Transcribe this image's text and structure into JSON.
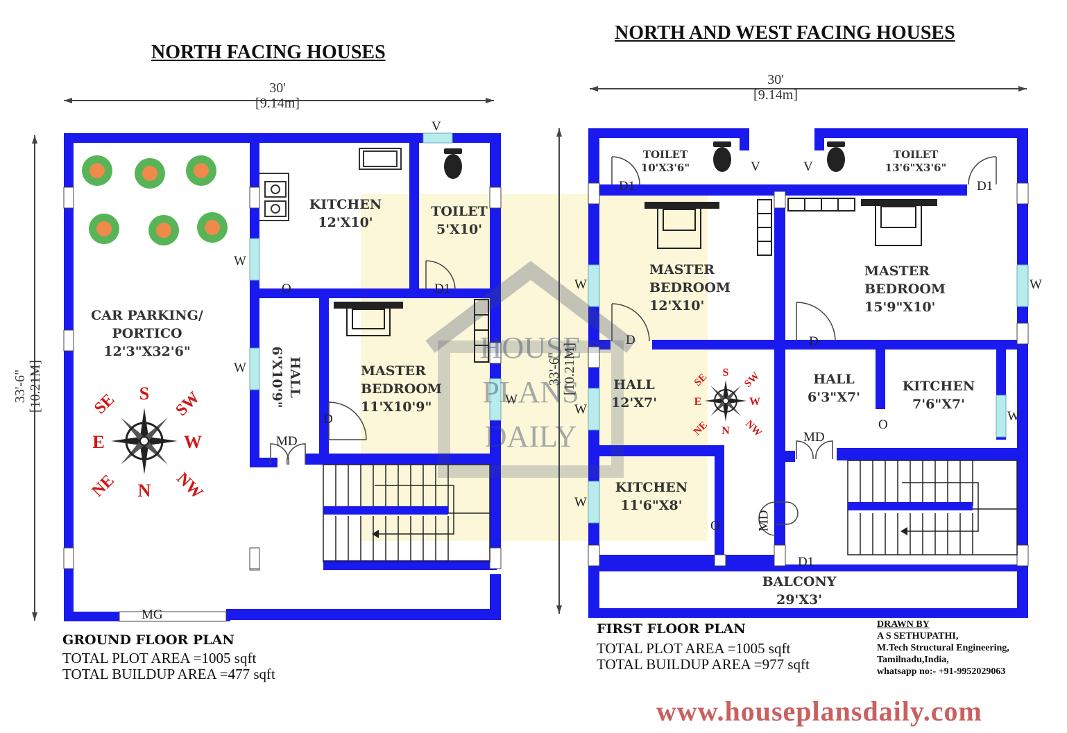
{
  "titles": {
    "left": "NORTH FACING HOUSES",
    "right": "NORTH AND WEST FACING HOUSES"
  },
  "dimensions": {
    "left_width_ft": "30'",
    "left_width_m": "[9.14m]",
    "left_height_ft": "33'-6\"",
    "left_height_m": "[10.21M]",
    "right_width_ft": "30'",
    "right_width_m": "[9.14m]",
    "right_height_ft": "33'-6\"",
    "right_height_m": "[10.21M]"
  },
  "ground_floor": {
    "rooms": {
      "car_parking": "CAR PARKING/\nPORTICO\n12'3\"X32'6\"",
      "kitchen": "KITCHEN\n12'X10'",
      "toilet": "TOILET\n5'X10'",
      "hall": "HALL\n6'X10'9\"",
      "master_bedroom": "MASTER\nBEDROOM\n11'X10'9\""
    },
    "labels": {
      "v": "V",
      "w1": "W",
      "w2": "W",
      "w3": "W",
      "o": "O",
      "d1": "D1",
      "d": "D",
      "md": "MD",
      "mg": "MG"
    },
    "plan_title": "GROUND FLOOR PLAN",
    "plot_area": "TOTAL PLOT AREA =1005 sqft",
    "buildup_area": "TOTAL BUILDUP AREA =477 sqft",
    "compass": {
      "s": "S",
      "sw": "SW",
      "w": "W",
      "nw": "NW",
      "n": "N",
      "ne": "NE",
      "e": "E",
      "se": "SE"
    }
  },
  "first_floor": {
    "rooms": {
      "toilet_left": "TOILET\n10'X3'6\"",
      "toilet_right": "TOILET\n13'6\"X3'6\"",
      "master_bedroom_left": "MASTER\nBEDROOM\n12'X10'",
      "master_bedroom_right": "MASTER\nBEDROOM\n15'9\"X10'",
      "hall_left": "HALL\n12'X7'",
      "hall_right": "HALL\n6'3\"X7'",
      "kitchen_right": "KITCHEN\n7'6\"X7'",
      "kitchen_left": "KITCHEN\n11'6\"X8'",
      "balcony": "BALCONY\n29'X3'"
    },
    "labels": {
      "d1_left": "D1",
      "d1_right": "D1",
      "v_left": "V",
      "v_right": "V",
      "w_bed_left": "W",
      "w_bed_right": "W",
      "d_left": "D",
      "d_right": "D",
      "w_hall": "W",
      "w_kitchen_right": "W",
      "w_kitchen_left": "W",
      "o_right": "O",
      "o_left": "O",
      "md_right": "MD",
      "md_left": "MD",
      "d1_balcony": "D1"
    },
    "plan_title": "FIRST FLOOR PLAN",
    "plot_area": "TOTAL PLOT AREA =1005 sqft",
    "buildup_area": "TOTAL BUILDUP AREA =977 sqft",
    "compass": {
      "s": "S",
      "sw": "SW",
      "w": "W",
      "nw": "NW",
      "n": "N",
      "ne": "NE",
      "e": "E",
      "se": "SE"
    }
  },
  "credits": {
    "drawn_by": "DRAWN BY",
    "name": "A S SETHUPATHI,",
    "qualification": "M.Tech Structural Engineering,",
    "location": "Tamilnadu,India,",
    "contact": "whatsapp no:- +91-9952029063"
  },
  "watermark": {
    "line1": "HOUSE",
    "line2": "PLANS",
    "line3": "DAILY"
  },
  "website": "www.houseplansdaily.com",
  "colors": {
    "wall": "#1a1aee",
    "window": "#b8ecec",
    "compass_text": "#d01818",
    "website": "#c96060",
    "watermark": "#f5e9a8"
  }
}
